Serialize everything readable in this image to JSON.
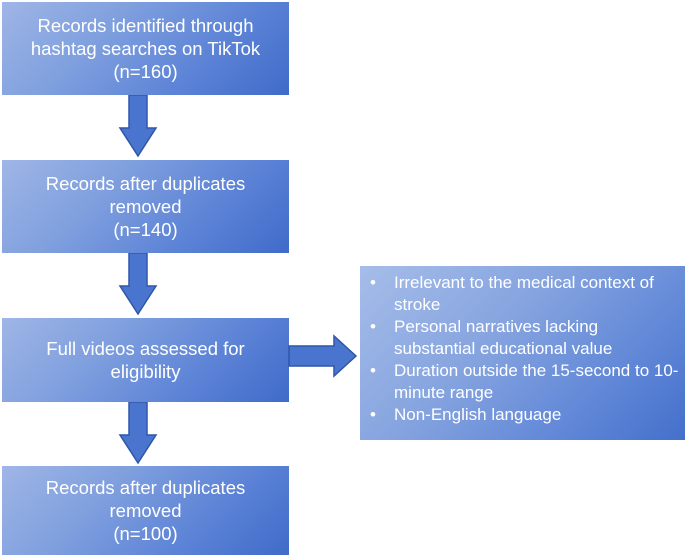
{
  "boxes": {
    "identified": {
      "line1": "Records identified through",
      "line2": "hashtag searches on TikTok",
      "line3": "(n=160)"
    },
    "deduplicated": {
      "line1": "Records after duplicates",
      "line2": "removed",
      "line3": "(n=140)"
    },
    "assessed": {
      "line1": "Full videos assessed for",
      "line2": "eligibility"
    },
    "included": {
      "line1": "Records after duplicates",
      "line2": "removed",
      "line3": "(n=100)"
    }
  },
  "exclusion": {
    "bullet": "•",
    "items": [
      "Irrelevant to the medical context of stroke",
      "Personal narratives lacking substantial educational value",
      "Duration outside the 15-second to 10-minute range",
      "Non-English language"
    ]
  },
  "colors": {
    "box_fill_light": "#9fb6e6",
    "box_fill_dark": "#3f6bc9",
    "arrow_fill": "#4a75cf",
    "arrow_stroke": "#2f56a8",
    "text": "#ffffff"
  }
}
